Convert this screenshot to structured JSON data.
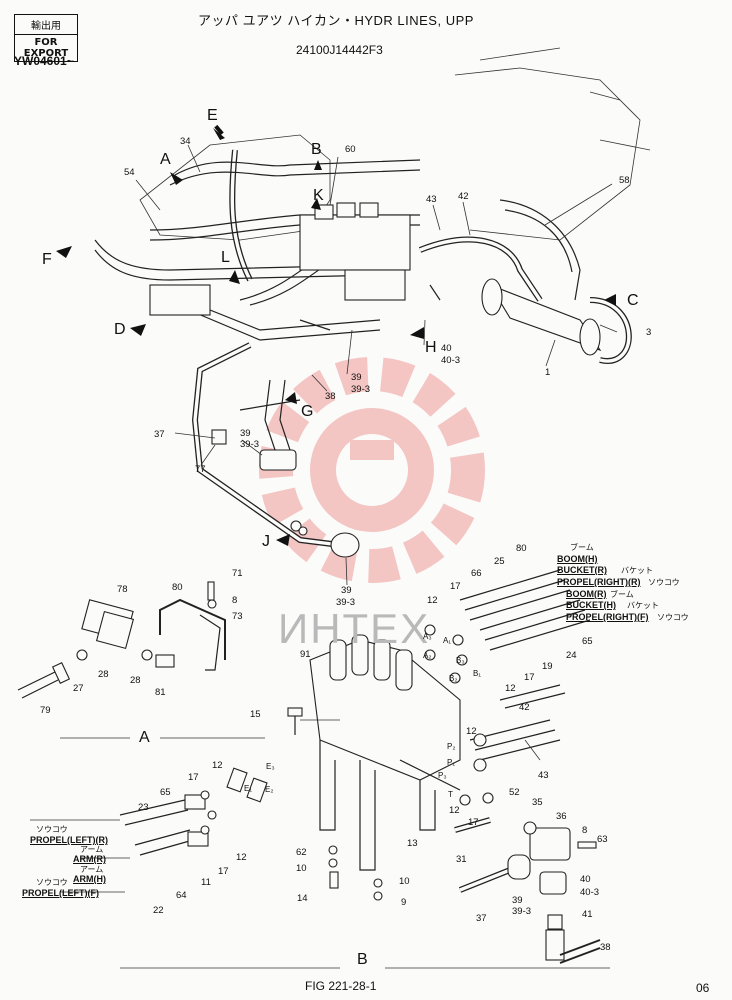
{
  "stamp": {
    "top": "輸出用",
    "bottom": "FOR EXPORT"
  },
  "serial": "YW04601~",
  "title": "アッパ ユアツ ハイカン・HYDR LINES, UPP",
  "part_code": "24100J14442F3",
  "watermark": "ИНТЕХ",
  "figure_ref": "FIG 221-28-1",
  "page_num": "06",
  "view_letters": {
    "a": "A",
    "b": "B",
    "c": "C",
    "d": "D",
    "e": "E",
    "f": "F",
    "g": "G",
    "h": "H",
    "j": "J",
    "k": "K",
    "l": "L"
  },
  "section_labels": {
    "a": "A",
    "b": "B"
  },
  "hose_labels": {
    "boom_h_jp": "ブーム",
    "boom_h": "BOOM(H)",
    "bucket_r": "BUCKET(R)",
    "bucket_r_jp": "バケット",
    "propel_right_r": "PROPEL(RIGHT)(R)",
    "propel_right_r_jp": "ソウコウ",
    "boom_r": "BOOM(R)",
    "boom_r_jp": "ブーム",
    "bucket_h": "BUCKET(H)",
    "bucket_h_jp": "バケット",
    "propel_right_f": "PROPEL(RIGHT)(F)",
    "propel_right_f_jp": "ソウコウ",
    "propel_left_r_jp": "ソウコウ",
    "propel_left_r": "PROPEL(LEFT)(R)",
    "arm_r_jp": "アーム",
    "arm_r": "ARM(R)",
    "arm_h_jp": "アーム",
    "arm_h": "ARM(H)",
    "propel_left_f_jp": "ソウコウ",
    "propel_left_f": "PROPEL(LEFT)(F)"
  },
  "port_labels": {
    "a1": "A₁",
    "a2": "A₂",
    "a3": "A₃",
    "b1": "B₁",
    "b2": "B₂",
    "b3": "B₃",
    "p1": "P₁",
    "p2": "P₂",
    "p3": "P₃",
    "t": "T",
    "e1": "E₁",
    "e2": "E₂",
    "e3": "E₃"
  },
  "parts": {
    "n34": "34",
    "n54": "54",
    "n60": "60",
    "n43a": "43",
    "n42a": "42",
    "n58": "58",
    "n3": "3",
    "n1": "1",
    "n40a": "40",
    "n40_3a": "40-3",
    "n39a": "39",
    "n39_3a": "39-3",
    "n38a": "38",
    "n37a": "37",
    "n77": "77",
    "n39b": "39",
    "n39_3b": "39-3",
    "n39c": "39",
    "n39_3c": "39-3",
    "n78": "78",
    "n80a": "80",
    "n71": "71",
    "n8a": "8",
    "n73": "73",
    "n27": "27",
    "n28a": "28",
    "n28b": "28",
    "n81": "81",
    "n79": "79",
    "n25": "25",
    "n80b": "80",
    "n66": "66",
    "n17a": "17",
    "n12a": "12",
    "n65a": "65",
    "n24": "24",
    "n19": "19",
    "n17b": "17",
    "n12b": "12",
    "n91": "91",
    "n42b": "42",
    "n15": "15",
    "n12c": "12",
    "n43b": "43",
    "n52": "52",
    "n12d": "12",
    "n17c": "17",
    "n35": "35",
    "n36": "36",
    "n8b": "8",
    "n63": "63",
    "n13": "13",
    "n31": "31",
    "n62": "62",
    "n10a": "10",
    "n10b": "10",
    "n14": "14",
    "n9": "9",
    "n40b": "40",
    "n40_3b": "40-3",
    "n39d": "39",
    "n39_3d": "39-3",
    "n37b": "37",
    "n41": "41",
    "n38b": "38",
    "n17d": "17",
    "n12e": "12",
    "n65b": "65",
    "n23": "23",
    "n11": "11",
    "n17e": "17",
    "n12f": "12",
    "n64": "64",
    "n22": "22"
  }
}
